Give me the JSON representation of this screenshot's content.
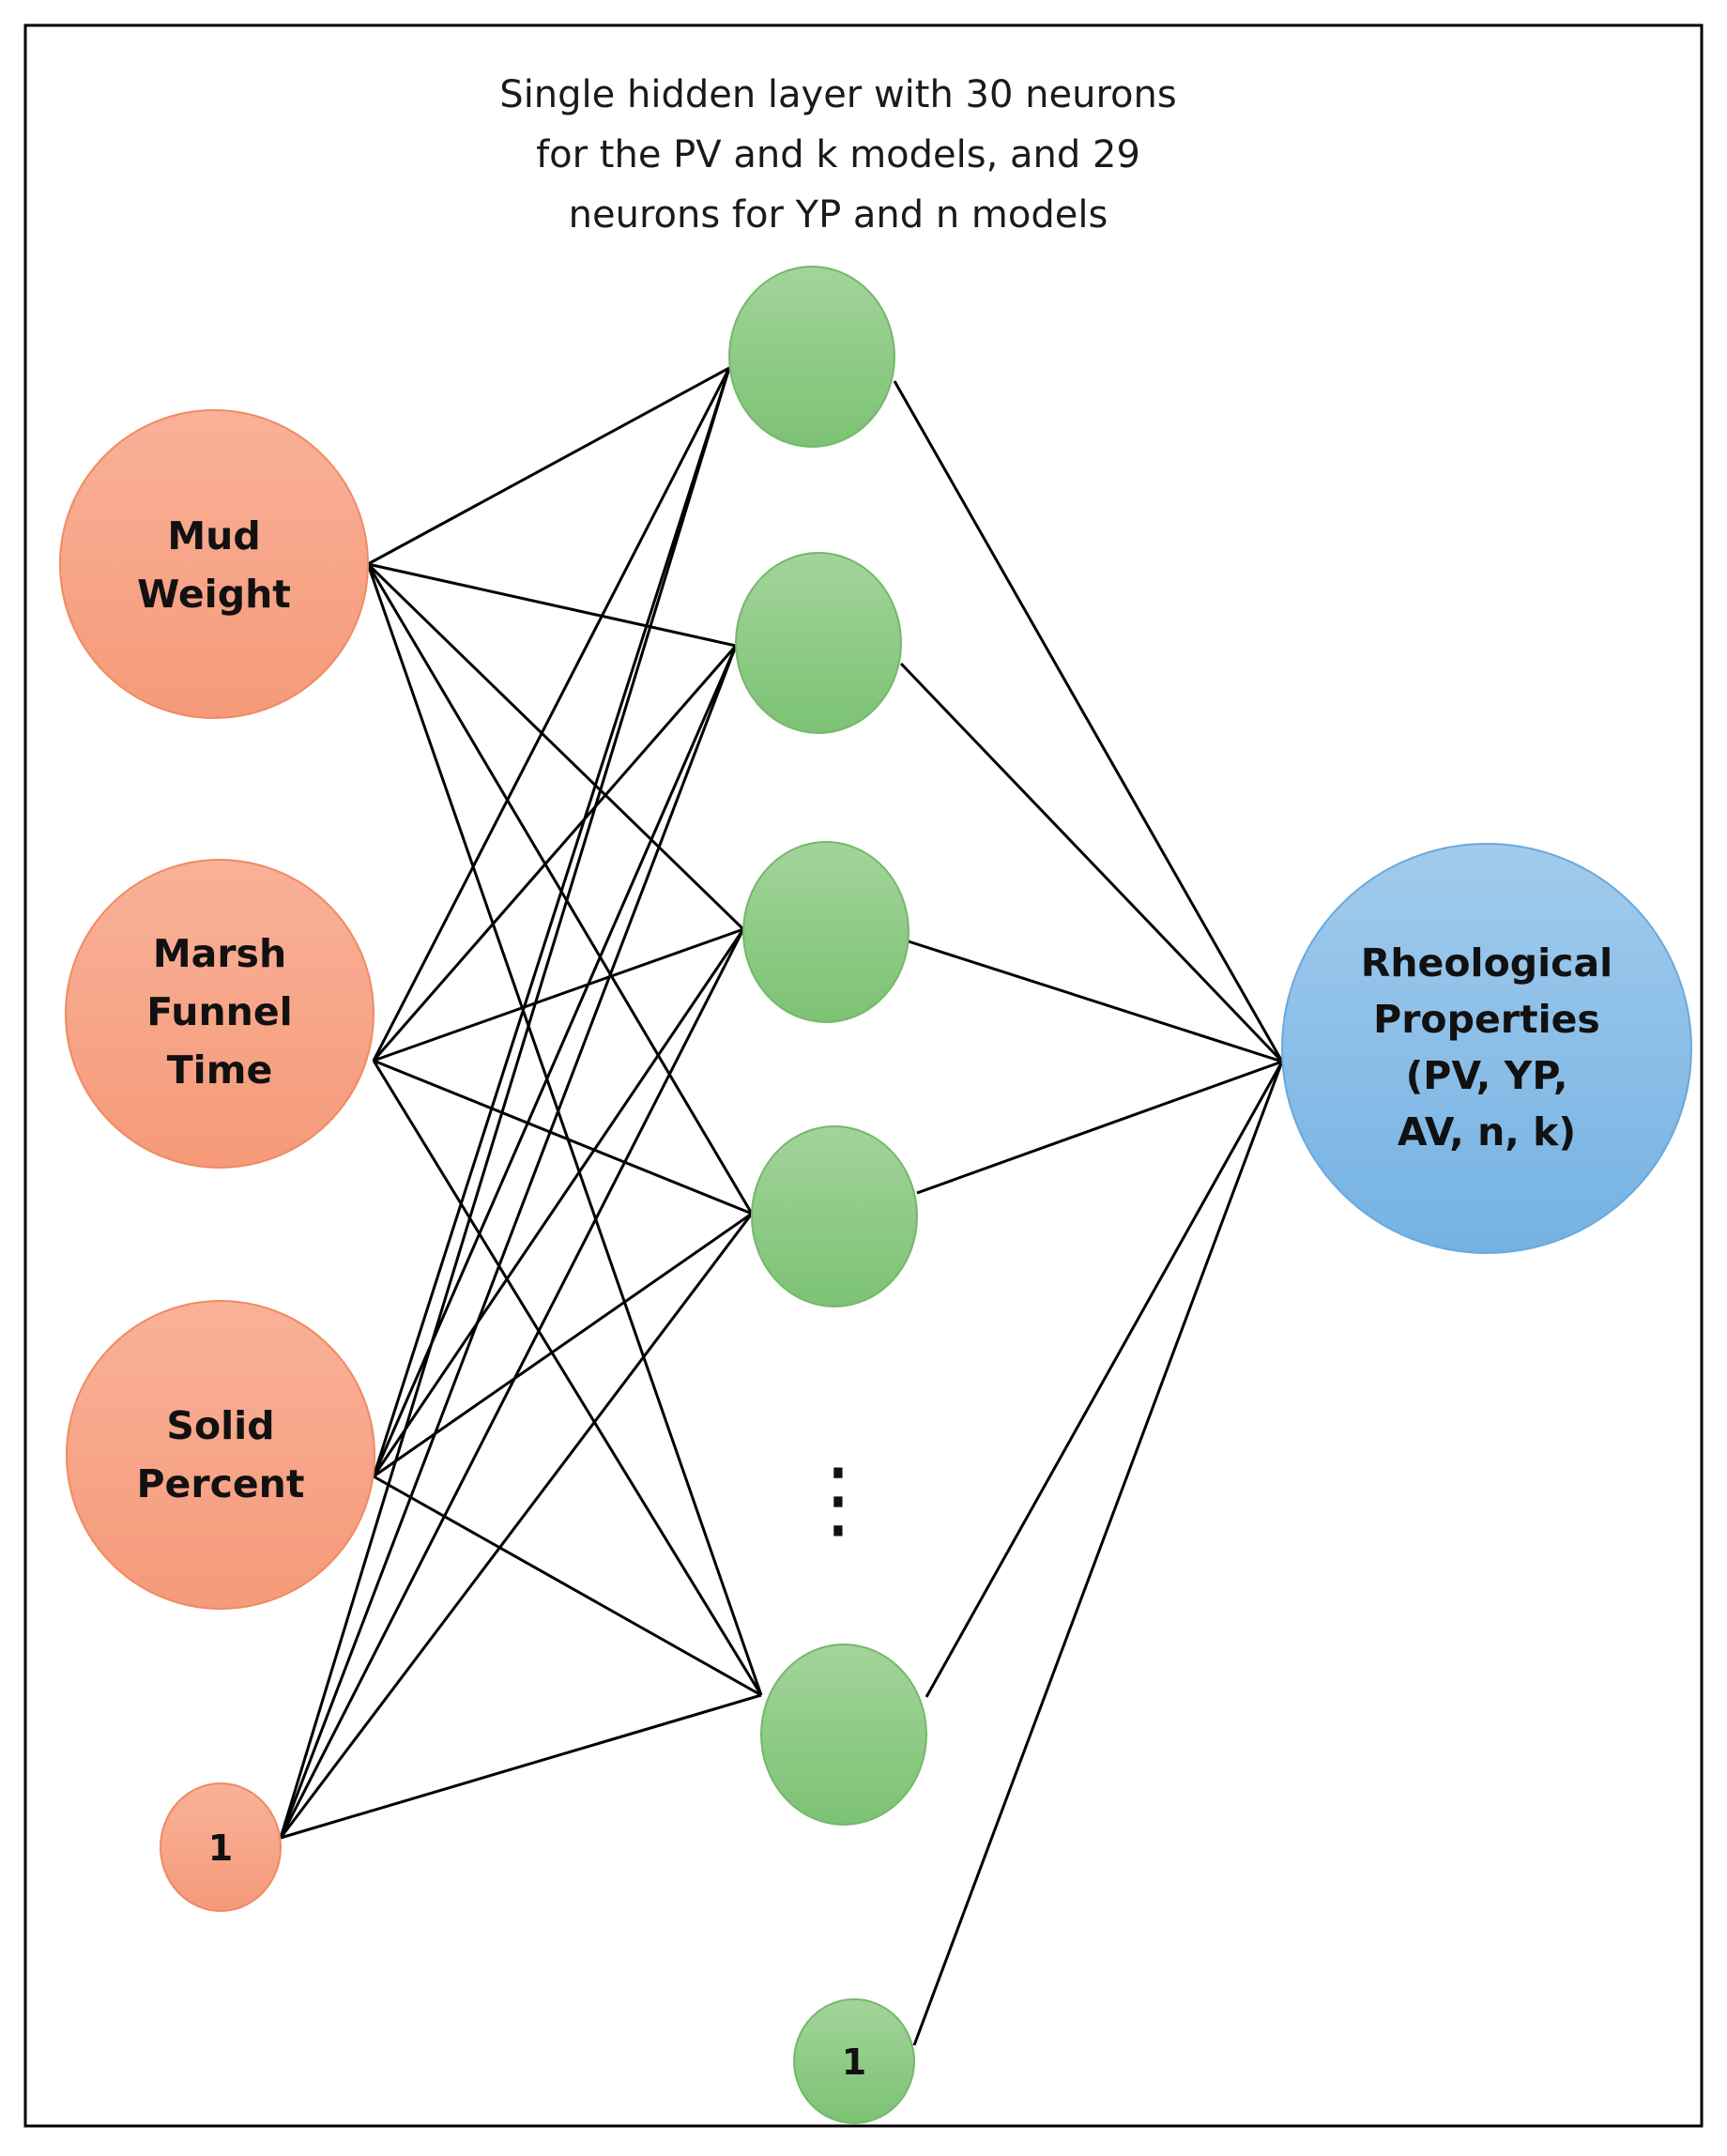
{
  "caption": {
    "lines": [
      "Single hidden layer with 30 neurons",
      "for the PV and k models, and 29",
      "neurons for YP and n models"
    ]
  },
  "input_layer": {
    "nodes": [
      {
        "id": "mud-weight",
        "lines": [
          "Mud",
          "Weight"
        ]
      },
      {
        "id": "marsh-funnel-time",
        "lines": [
          "Marsh",
          "Funnel",
          "Time"
        ]
      },
      {
        "id": "solid-percent",
        "lines": [
          "Solid",
          "Percent"
        ]
      }
    ],
    "bias_label": "1"
  },
  "hidden_layer": {
    "visible_neurons": 6,
    "ellipsis": "⋮",
    "bias_label": "1"
  },
  "output_layer": {
    "lines": [
      "Rheological",
      "Properties",
      "(PV, YP,",
      "AV, n, k)"
    ]
  },
  "colors": {
    "input_fill": "#f7a385",
    "input_stroke": "#f08a63",
    "hidden_fill": "#8fcb86",
    "hidden_stroke": "#74b86a",
    "output_fill": "#8cbfe8",
    "output_stroke": "#6aa9de",
    "edge": "#000000",
    "border": "#000000"
  }
}
